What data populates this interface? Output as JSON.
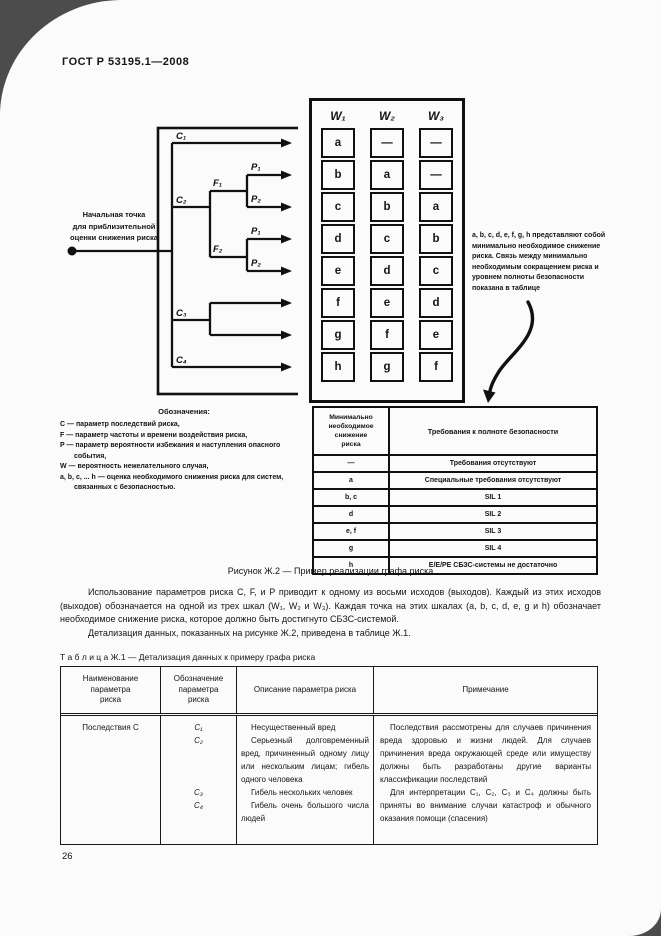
{
  "page": {
    "header_title": "ГОСТ Р 53195.1—2008",
    "page_number": "26"
  },
  "figure": {
    "start_point_label": "Начальная точка\nдля приблизительной\nоценки снижения риска",
    "tree": {
      "c1": "C₁",
      "c2": "C₂",
      "c3": "C₃",
      "c4": "C₄",
      "f1": "F₁",
      "f2": "F₂",
      "p1_upper": "P₁",
      "p2_upper": "P₂",
      "p1_lower": "P₁",
      "p2_lower": "P₂"
    },
    "w_scales": {
      "headers": [
        "W₁",
        "W₂",
        "W₃"
      ],
      "columns": [
        [
          "a",
          "b",
          "c",
          "d",
          "e",
          "f",
          "g",
          "h"
        ],
        [
          "—",
          "a",
          "b",
          "c",
          "d",
          "e",
          "f",
          "g"
        ],
        [
          "—",
          "—",
          "a",
          "b",
          "c",
          "d",
          "e",
          "f"
        ]
      ]
    },
    "side_note": "a, b, c, d, e, f, g, h представляют собой минимально необходимое снижение риска. Связь между минимально необходимым сокращением риска и уровнем полноты безопасности показана в таблице",
    "legend": {
      "title": "Обозначения:",
      "items": [
        "C — параметр последствий риска,",
        "F — параметр частоты и времени воздействия риска,",
        "P — параметр вероятности избежания и наступления опасного события,",
        "W — вероятность нежелательного случая,",
        "a, b, c, ... h — оценка необходимого снижения риска для систем, связанных с безопасностью."
      ]
    },
    "sil_table": {
      "header_col1": "Минимально\nнеобходимое\nснижение\nриска",
      "header_col2": "Требования к полноте безопасности",
      "rows": [
        {
          "reduction": "—",
          "requirement": "Требования отсутствуют"
        },
        {
          "reduction": "a",
          "requirement": "Специальные требования отсутствуют"
        },
        {
          "reduction": "b, c",
          "requirement": "SIL 1"
        },
        {
          "reduction": "d",
          "requirement": "SIL 2"
        },
        {
          "reduction": "e, f",
          "requirement": "SIL 3"
        },
        {
          "reduction": "g",
          "requirement": "SIL 4"
        },
        {
          "reduction": "h",
          "requirement": "Е/Е/РЕ СБЗС-системы не достаточно"
        }
      ]
    },
    "caption": "Рисунок Ж.2 — Пример реализации графа риска"
  },
  "body_text": {
    "paragraph1": "Использование параметров риска C, F, и P приводит к одному из восьми исходов (выходов). Каждый из этих исходов (выходов) обозначается на одной из трех шкал (W₁, W₂ и W₃). Каждая точка на этих шкалах (a, b, c, d, e, g и h) обозначает необходимое снижение риска, которое должно быть достигнуто СБЗС-системой.",
    "paragraph2": "Детализация данных, показанных на рисунке Ж.2, приведена в таблице Ж.1."
  },
  "table_zh1": {
    "label": "Т а б л и ц а  Ж.1 — Детализация данных к примеру графа риска",
    "headers": [
      "Наименование\nпараметра\nриска",
      "Обозначение\nпараметра\nриска",
      "Описание параметра риска",
      "Примечание"
    ],
    "row": {
      "parameter_name": "Последствия C",
      "entries": [
        {
          "symbol": "C₁",
          "description": "Несущественный вред"
        },
        {
          "symbol": "C₂",
          "description": "Серьезный долговременный вред, причиненный одному лицу или нескольким лицам; гибель одного человека"
        },
        {
          "symbol": "C₃",
          "description": "Гибель нескольких человек"
        },
        {
          "symbol": "C₄",
          "description": "Гибель очень большого числа людей"
        }
      ],
      "note_paragraph1": "Последствия рассмотрены для случаев причинения вреда здоровью и жизни людей. Для случаев причинения вреда окружающей среде или имуществу должны быть разработаны другие варианты классификации последствий",
      "note_paragraph2": "Для интерпретации C₁, C₂, C₃ и C₄ должны быть приняты во внимание случаи катастроф и обычного оказания помощи (спасения)"
    }
  }
}
